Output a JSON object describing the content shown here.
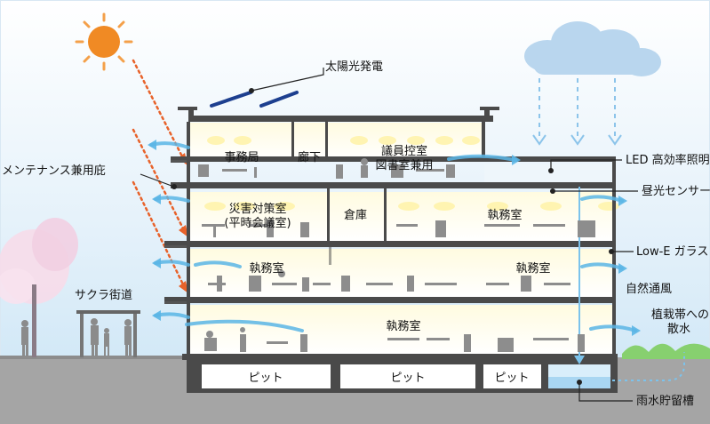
{
  "labels": {
    "solar": "太陽光発電",
    "maintenance": "メンテナンス兼用庇",
    "led": "LED 高効率照明",
    "daylight_sensor": "昼光センサー",
    "low_e": "Low-E ガラス",
    "natural_ventilation": "自然通風",
    "planting_1": "植栽帯への",
    "planting_2": "散水",
    "rainwater": "雨水貯留槽",
    "sakura": "サクラ街道"
  },
  "rooms": {
    "jimukyoku": "事務局",
    "rouka": "廊下",
    "giin_1": "議員控室",
    "giin_2": "図書室兼用",
    "saigai_1": "災害対策室",
    "saigai_2": "(平時会議室)",
    "souko": "倉庫",
    "shitsumu_3f": "執務室",
    "shitsumu_2f_left": "執務室",
    "shitsumu_2f_right": "執務室",
    "shitsumu_1f": "執務室",
    "pit_1": "ピット",
    "pit_2": "ピット",
    "pit_3": "ピット"
  },
  "colors": {
    "sky_blue": "#cfe8f6",
    "slab": "#4a4a4a",
    "sun": "#f08a24",
    "arrow_orange": "#e8622a",
    "wind_blue": "#5bb6e6",
    "rain_blue": "#8cc4ea",
    "solar_panel": "#1d3f8f",
    "ground": "#9a9a9a",
    "grass": "#7cc86a",
    "sakura_pink": "#f4d4e6"
  },
  "icons": [
    "sun-icon",
    "cloud-icon",
    "solar-panel-icon",
    "tree-icon",
    "people-icon",
    "furniture-icon"
  ]
}
